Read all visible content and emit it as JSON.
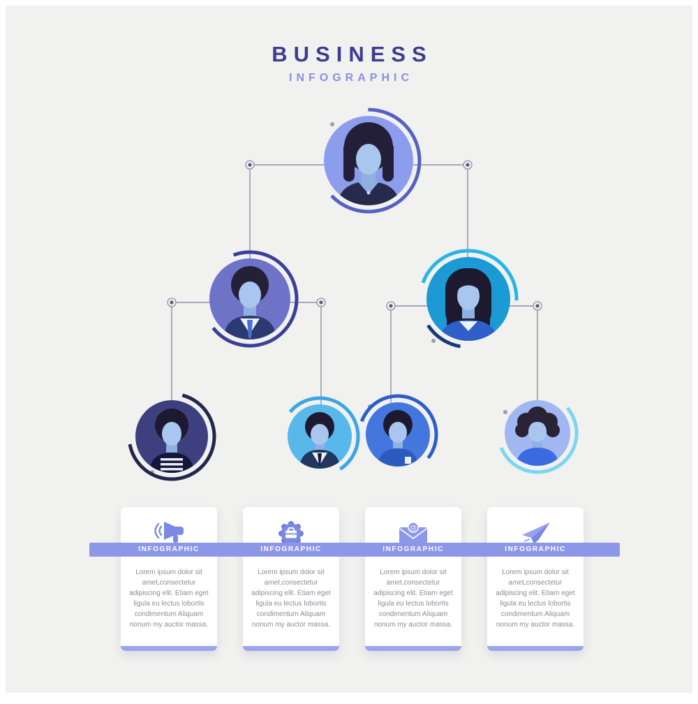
{
  "page": {
    "title": "BUSINESS",
    "subtitle": "INFOGRAPHIC"
  },
  "org_chart": {
    "nodes": [
      {
        "id": "level1-person",
        "avatar": "woman-bob-avatar",
        "circle_color": "#8c9ded",
        "ring_color": "#5460c4"
      },
      {
        "id": "level2-person-left",
        "avatar": "man-suit-avatar",
        "circle_color": "#6f73c8",
        "ring_color": "#3a3f9a"
      },
      {
        "id": "level2-person-right",
        "avatar": "woman-long-avatar",
        "circle_color": "#1b9ad6",
        "ring_color": "#28b6e6"
      },
      {
        "id": "level3-person-1",
        "avatar": "man-tuxedo-avatar",
        "circle_color": "#3d3f7e",
        "ring_color": "#23264e"
      },
      {
        "id": "level3-person-2",
        "avatar": "man-suit-avatar",
        "circle_color": "#58b8ea",
        "ring_color": "#3aa6e6"
      },
      {
        "id": "level3-person-3",
        "avatar": "man-shirt-avatar",
        "circle_color": "#4377dd",
        "ring_color": "#2b5ec6"
      },
      {
        "id": "level3-person-4",
        "avatar": "woman-curly-avatar",
        "circle_color": "#a0b7f2",
        "ring_color": "#7cd6f0"
      }
    ]
  },
  "cards": [
    {
      "icon": "megaphone-icon",
      "label": "INFOGRAPHIC",
      "body": "Lorem ipsum dolor sit amet,consectetur adipiscing elit. Etiam eget ligula eu lectus lobortis condimentum Aliquam nonum my auctor massa."
    },
    {
      "icon": "briefcase-badge-icon",
      "label": "INFOGRAPHIC",
      "body": "Lorem ipsum dolor sit amet,consectetur adipiscing elit. Etiam eget ligula eu lectus lobortis condimentum Aliquam nonum my auctor massa."
    },
    {
      "icon": "envelope-at-icon",
      "icon_glyph": "@",
      "label": "INFOGRAPHIC",
      "body": "Lorem ipsum dolor sit amet,consectetur adipiscing elit. Etiam eget ligula eu lectus lobortis condimentum Aliquam nonum my auctor massa."
    },
    {
      "icon": "paper-plane-icon",
      "label": "INFOGRAPHIC",
      "body": "Lorem ipsum dolor sit amet,consectetur adipiscing elit. Etiam eget ligula eu lectus lobortis condimentum Aliquam nonum my auctor massa."
    }
  ],
  "colors": {
    "background": "#f1f1ef",
    "title": "#3e3c8f",
    "subtitle": "#8b90e2",
    "accent_ribbon": "#8d97e8",
    "card_strip": "#9aa5ec",
    "body_text": "#8b8b96",
    "connector_line": "#8f8fa8"
  }
}
